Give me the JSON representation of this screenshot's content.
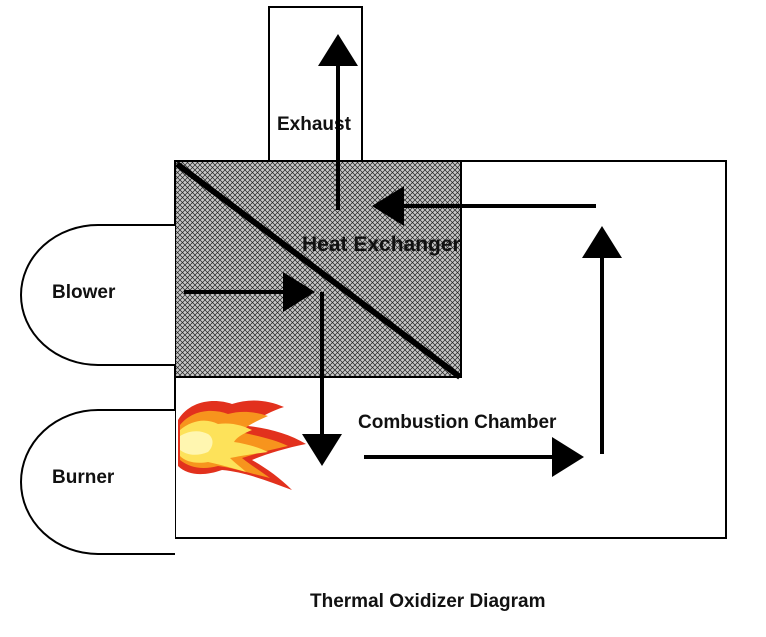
{
  "labels": {
    "exhaust": "Exhaust",
    "heat_exchanger": "Heat Exchanger",
    "blower": "Blower",
    "burner": "Burner",
    "combustion_chamber": "Combustion Chamber",
    "caption": "Thermal Oxidizer Diagram"
  },
  "colors": {
    "stroke": "#000000",
    "hatch_line": "#000000",
    "hatch_bg": "#bfbfbf",
    "flame_outer": "#e2311d",
    "flame_mid": "#f7941d",
    "flame_inner": "#fde25a"
  }
}
